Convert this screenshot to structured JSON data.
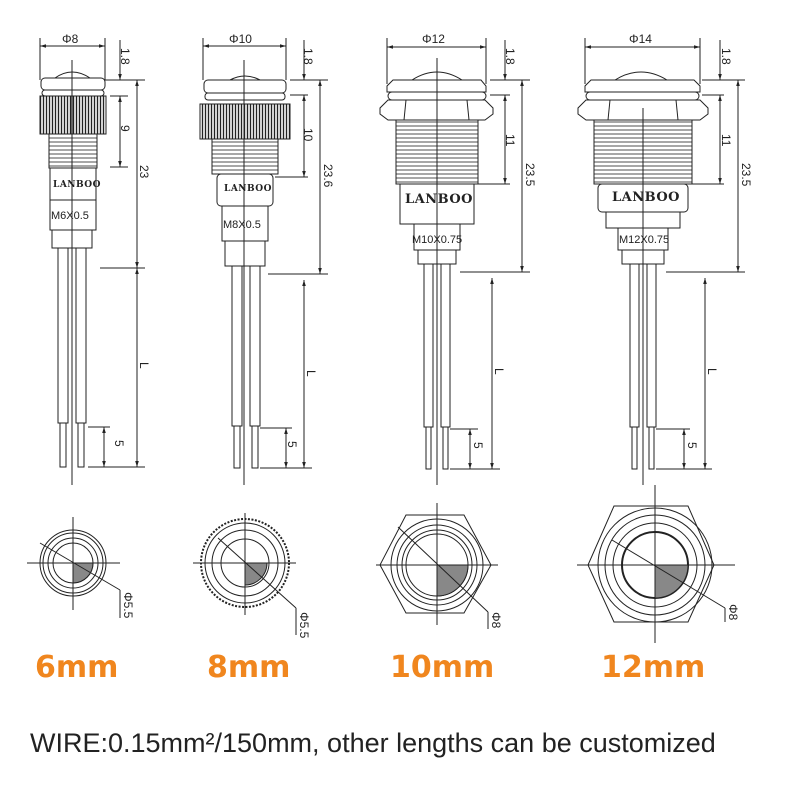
{
  "accent_color": "#f0861e",
  "brand": "LANBOO",
  "lamps": [
    {
      "size_label": "6mm",
      "head_diameter": "Φ8",
      "top_height": "1.8",
      "nut_height": "9",
      "total_height": "23",
      "thread": "M6X0.5",
      "wire_length": "L",
      "strip_length": "5",
      "lens_diameter": "Φ5.5",
      "nut_shape": "knurled-round"
    },
    {
      "size_label": "8mm",
      "head_diameter": "Φ10",
      "top_height": "1.8",
      "nut_height": "10",
      "total_height": "23.6",
      "thread": "M8X0.5",
      "wire_length": "L",
      "strip_length": "5",
      "lens_diameter": "Φ5.5",
      "nut_shape": "knurled-round"
    },
    {
      "size_label": "10mm",
      "head_diameter": "Φ12",
      "top_height": "1.8",
      "nut_height": "11",
      "total_height": "23.5",
      "thread": "M10X0.75",
      "wire_length": "L",
      "strip_length": "5",
      "lens_diameter": "Φ8",
      "nut_shape": "hexagon"
    },
    {
      "size_label": "12mm",
      "head_diameter": "Φ14",
      "top_height": "1.8",
      "nut_height": "11",
      "total_height": "23.5",
      "thread": "M12X0.75",
      "wire_length": "L",
      "strip_length": "5",
      "lens_diameter": "Φ8",
      "nut_shape": "hexagon"
    }
  ],
  "footer": {
    "wire_note": "WIRE:0.15mm²/150mm, other lengths can be customized"
  }
}
